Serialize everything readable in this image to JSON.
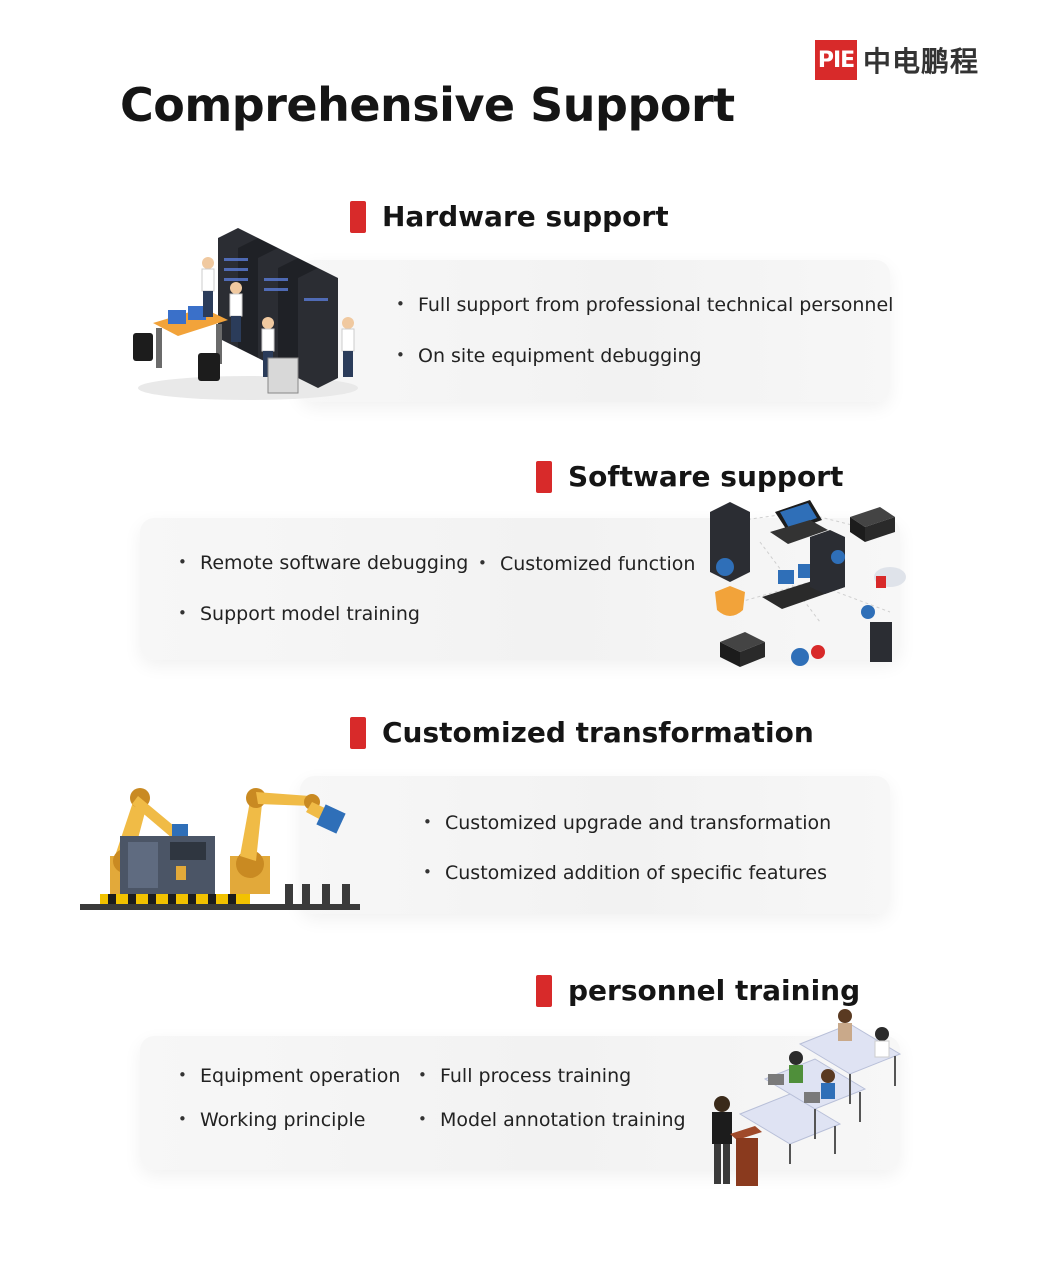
{
  "brand": {
    "mark": "PIE",
    "name": "中电鹏程",
    "color": "#d82a2a"
  },
  "title": "Comprehensive Support",
  "sections": [
    {
      "title": "Hardware support",
      "bullets": [
        "Full support from professional technical personnel",
        "On site equipment debugging"
      ],
      "illustration": "server-room-technicians-icon"
    },
    {
      "title": "Software support",
      "bullets": [
        "Remote software debugging",
        "Customized function",
        "Support model training"
      ],
      "illustration": "software-network-icon"
    },
    {
      "title": "Customized transformation",
      "bullets": [
        "Customized upgrade and transformation",
        "Customized addition of specific features"
      ],
      "illustration": "industrial-robot-arms-icon"
    },
    {
      "title": "personnel training",
      "bullets": [
        "Equipment operation",
        "Full process training",
        "Working principle",
        "Model annotation training"
      ],
      "illustration": "classroom-training-icon"
    }
  ]
}
